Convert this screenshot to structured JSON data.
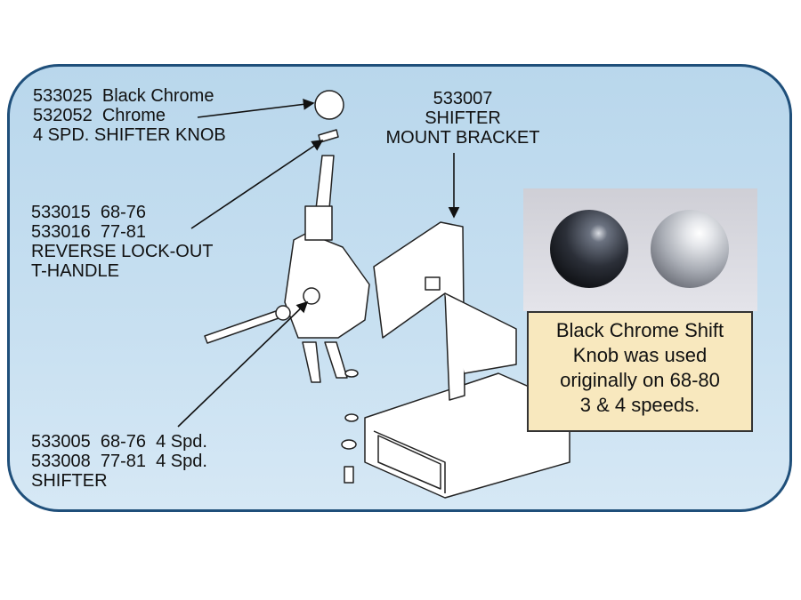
{
  "labels": {
    "knob": [
      "533025  Black Chrome",
      "532052  Chrome",
      "4 SPD. SHIFTER KNOB"
    ],
    "bracket": [
      "533007",
      "SHIFTER",
      "MOUNT BRACKET"
    ],
    "t_handle": [
      "533015  68-76",
      "533016  77-81",
      "REVERSE LOCK-OUT",
      "T-HANDLE"
    ],
    "shifter": [
      "533005  68-76  4 Spd.",
      "533008  77-81  4 Spd.",
      "SHIFTER"
    ]
  },
  "note": [
    "Black Chrome Shift",
    "Knob was used",
    "originally on 68-80",
    "3 & 4 speeds."
  ],
  "colors": {
    "border": "#1f4f7a",
    "panel": "#c2dcef",
    "note": "#f8e8be"
  }
}
